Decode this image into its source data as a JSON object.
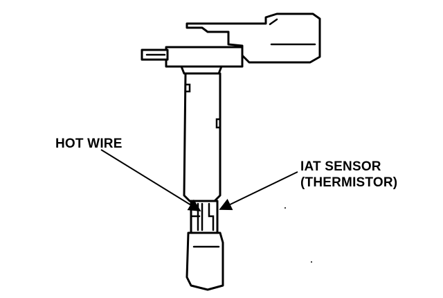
{
  "labels": {
    "hot_wire": "HOT WIRE",
    "iat_sensor_line1": "IAT SENSOR",
    "iat_sensor_line2": "(THERMISTOR)"
  },
  "colors": {
    "ink": "#000000",
    "paper": "#ffffff"
  }
}
